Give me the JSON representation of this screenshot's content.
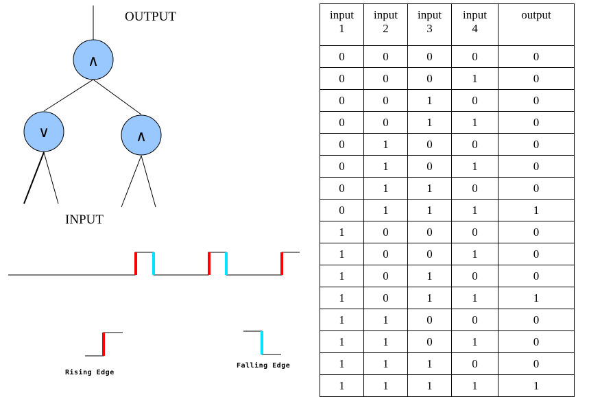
{
  "tree": {
    "output_label": "OUTPUT",
    "input_label": "INPUT",
    "nodes": [
      {
        "id": "root",
        "symbol": "∧"
      },
      {
        "id": "left",
        "symbol": "∨"
      },
      {
        "id": "right",
        "symbol": "∧"
      }
    ]
  },
  "edges": {
    "rising_caption": "Rising Edge",
    "falling_caption": "Falling Edge",
    "rising_color": "#ff0000",
    "falling_color": "#00e5ff"
  },
  "colors": {
    "node_fill": "#99c8ff"
  },
  "truth_table": {
    "headers": [
      {
        "line1": "input",
        "line2": "1"
      },
      {
        "line1": "input",
        "line2": "2"
      },
      {
        "line1": "input",
        "line2": "3"
      },
      {
        "line1": "input",
        "line2": "4"
      },
      {
        "line1": "output",
        "line2": ""
      }
    ],
    "rows": [
      [
        "0",
        "0",
        "0",
        "0",
        "0"
      ],
      [
        "0",
        "0",
        "0",
        "1",
        "0"
      ],
      [
        "0",
        "0",
        "1",
        "0",
        "0"
      ],
      [
        "0",
        "0",
        "1",
        "1",
        "0"
      ],
      [
        "0",
        "1",
        "0",
        "0",
        "0"
      ],
      [
        "0",
        "1",
        "0",
        "1",
        "0"
      ],
      [
        "0",
        "1",
        "1",
        "0",
        "0"
      ],
      [
        "0",
        "1",
        "1",
        "1",
        "1"
      ],
      [
        "1",
        "0",
        "0",
        "0",
        "0"
      ],
      [
        "1",
        "0",
        "0",
        "1",
        "0"
      ],
      [
        "1",
        "0",
        "1",
        "0",
        "0"
      ],
      [
        "1",
        "0",
        "1",
        "1",
        "1"
      ],
      [
        "1",
        "1",
        "0",
        "0",
        "0"
      ],
      [
        "1",
        "1",
        "0",
        "1",
        "0"
      ],
      [
        "1",
        "1",
        "1",
        "0",
        "0"
      ],
      [
        "1",
        "1",
        "1",
        "1",
        "1"
      ]
    ]
  }
}
